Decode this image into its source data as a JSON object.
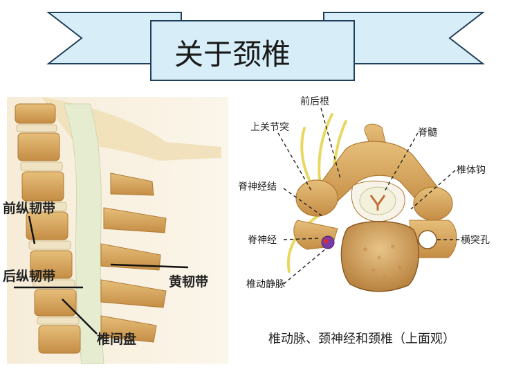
{
  "title": "关于颈椎",
  "sagittal_labels": {
    "anterior_ligament": "前纵韧带",
    "posterior_ligament": "后纵韧带",
    "ligamentum_flavum": "黄韧带",
    "disc": "椎间盘"
  },
  "axial_labels": {
    "roots": "前后根",
    "superior_facet": "上关节突",
    "spinal_cord": "脊髓",
    "uncinate": "椎体钩",
    "ganglion": "脊神经结",
    "spinal_nerve": "脊神经",
    "transverse_foramen": "横突孔",
    "vertebral_vessels": "椎动静脉"
  },
  "caption": "椎动脉、颈神经和颈椎（上面观）",
  "colors": {
    "banner_fill": "#d7eef8",
    "banner_stroke": "#1f3f5a",
    "bone": "#d9a85e",
    "bone_dark": "#b07a34",
    "disc": "#ede2c4",
    "cord": "#d4d8a8",
    "nerve": "#e8d860"
  }
}
